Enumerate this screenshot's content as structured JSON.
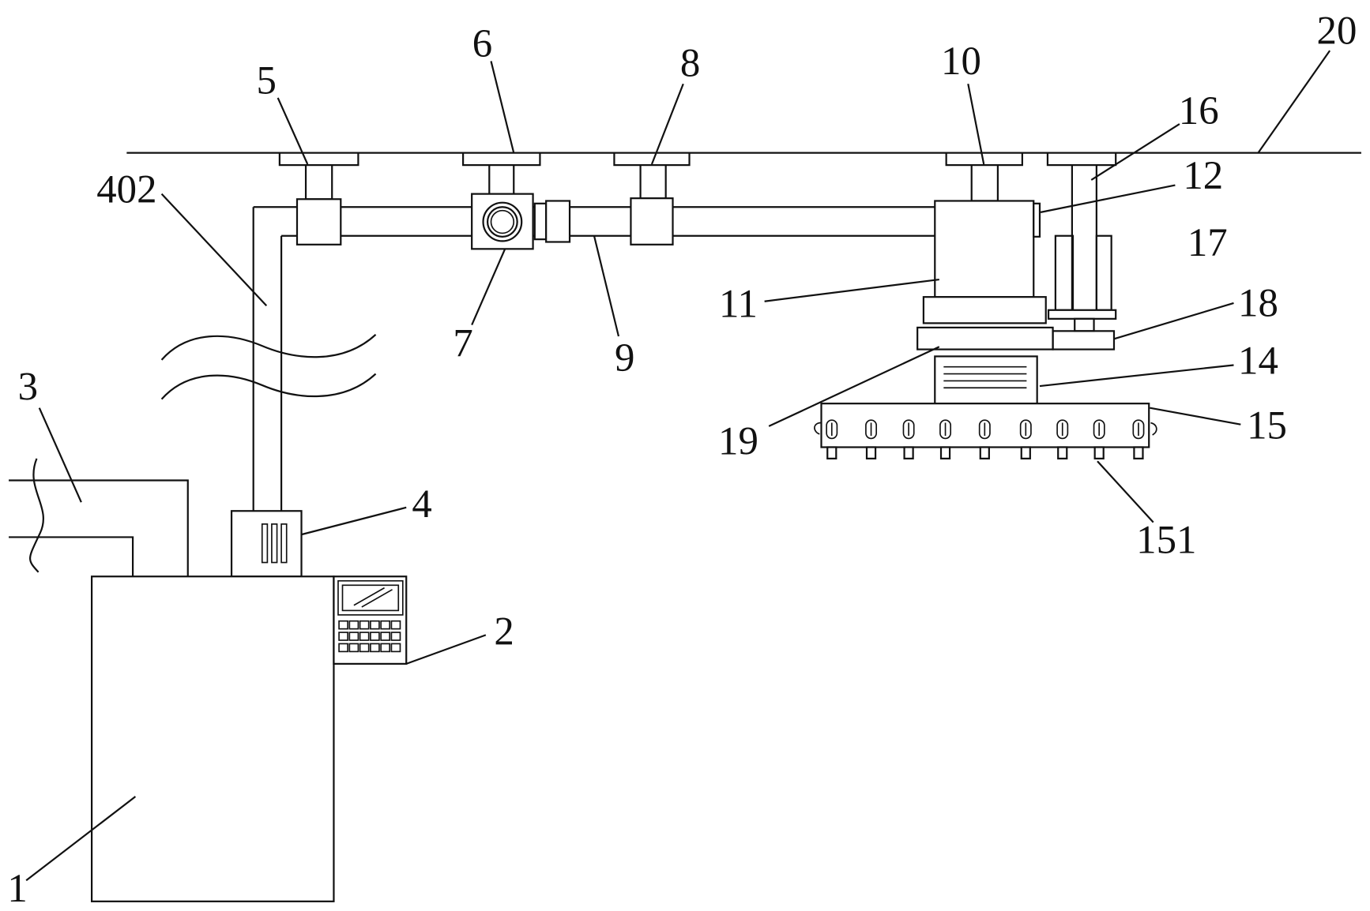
{
  "callouts": {
    "c1": "1",
    "c2": "2",
    "c3": "3",
    "c4": "4",
    "c5": "5",
    "c6": "6",
    "c7": "7",
    "c8": "8",
    "c9": "9",
    "c10": "10",
    "c11": "11",
    "c12": "12",
    "c14": "14",
    "c15": "15",
    "c151": "151",
    "c16": "16",
    "c17": "17",
    "c18": "18",
    "c19": "19",
    "c20": "20",
    "c402": "402"
  },
  "colors": {
    "line": "#111111",
    "background": "#ffffff"
  }
}
